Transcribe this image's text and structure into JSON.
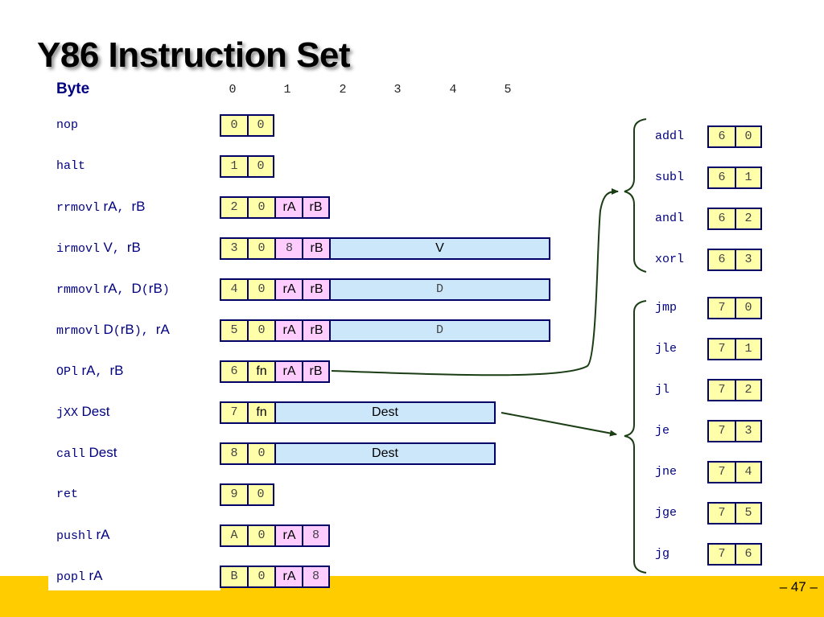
{
  "title": "Y86 Instruction Set",
  "byte_header": "Byte",
  "byte_numbers": [
    "0",
    "1",
    "2",
    "3",
    "4",
    "5"
  ],
  "page_number": "– 47 –",
  "instructions": [
    {
      "mnemonic": "nop",
      "operands": "",
      "cells": [
        {
          "t": "0"
        },
        {
          "t": "0"
        }
      ]
    },
    {
      "mnemonic": "halt",
      "operands": "",
      "cells": [
        {
          "t": "1"
        },
        {
          "t": "0"
        }
      ]
    },
    {
      "mnemonic": "rrmovl",
      "operands": "rA, rB",
      "cells": [
        {
          "t": "2"
        },
        {
          "t": "0"
        },
        {
          "t": "rA"
        },
        {
          "t": "rB"
        }
      ]
    },
    {
      "mnemonic": "irmovl",
      "operands": "V, rB",
      "cells": [
        {
          "t": "3"
        },
        {
          "t": "0"
        },
        {
          "t": "8"
        },
        {
          "t": "rB"
        },
        {
          "t": "V"
        }
      ]
    },
    {
      "mnemonic": "rmmovl",
      "operands": "rA, D(rB)",
      "cells": [
        {
          "t": "4"
        },
        {
          "t": "0"
        },
        {
          "t": "rA"
        },
        {
          "t": "rB"
        },
        {
          "t": "D"
        }
      ]
    },
    {
      "mnemonic": "mrmovl",
      "operands": "D(rB), rA",
      "cells": [
        {
          "t": "5"
        },
        {
          "t": "0"
        },
        {
          "t": "rA"
        },
        {
          "t": "rB"
        },
        {
          "t": "D"
        }
      ]
    },
    {
      "mnemonic": "OPl",
      "operands": "rA, rB",
      "cells": [
        {
          "t": "6"
        },
        {
          "t": "fn"
        },
        {
          "t": "rA"
        },
        {
          "t": "rB"
        }
      ]
    },
    {
      "mnemonic": "jXX",
      "operands": "Dest",
      "cells": [
        {
          "t": "7"
        },
        {
          "t": "fn"
        },
        {
          "t": "Dest"
        }
      ]
    },
    {
      "mnemonic": "call",
      "operands": "Dest",
      "cells": [
        {
          "t": "8"
        },
        {
          "t": "0"
        },
        {
          "t": "Dest"
        }
      ]
    },
    {
      "mnemonic": "ret",
      "operands": "",
      "cells": [
        {
          "t": "9"
        },
        {
          "t": "0"
        }
      ]
    },
    {
      "mnemonic": "pushl",
      "operands": "rA",
      "cells": [
        {
          "t": "A"
        },
        {
          "t": "0"
        },
        {
          "t": "rA"
        },
        {
          "t": "8"
        }
      ]
    },
    {
      "mnemonic": "popl",
      "operands": "rA",
      "cells": [
        {
          "t": "B"
        },
        {
          "t": "0"
        },
        {
          "t": "rA"
        },
        {
          "t": "8"
        }
      ]
    }
  ],
  "op_group": [
    {
      "name": "addl",
      "code": [
        "6",
        "0"
      ]
    },
    {
      "name": "subl",
      "code": [
        "6",
        "1"
      ]
    },
    {
      "name": "andl",
      "code": [
        "6",
        "2"
      ]
    },
    {
      "name": "xorl",
      "code": [
        "6",
        "3"
      ]
    }
  ],
  "jump_group": [
    {
      "name": "jmp",
      "code": [
        "7",
        "0"
      ]
    },
    {
      "name": "jle",
      "code": [
        "7",
        "1"
      ]
    },
    {
      "name": "jl",
      "code": [
        "7",
        "2"
      ]
    },
    {
      "name": "je",
      "code": [
        "7",
        "3"
      ]
    },
    {
      "name": "jne",
      "code": [
        "7",
        "4"
      ]
    },
    {
      "name": "jge",
      "code": [
        "7",
        "5"
      ]
    },
    {
      "name": "jg",
      "code": [
        "7",
        "6"
      ]
    }
  ],
  "colors": {
    "accent_text": "#000080",
    "cell_border": "#000066",
    "code_cell": "#ffffaa",
    "register_cell": "#ffccff",
    "value_cell": "#cce6fa",
    "footer": "#ffcc00"
  }
}
